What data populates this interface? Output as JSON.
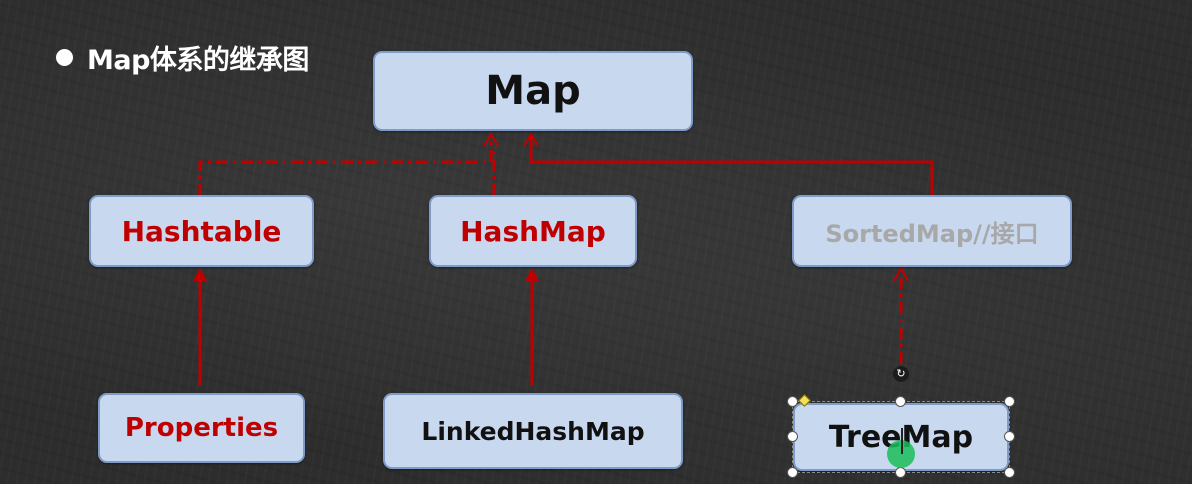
{
  "heading": {
    "text": "Map体系的继承图"
  },
  "nodes": {
    "map": "Map",
    "hashtable": "Hashtable",
    "hashmap": "HashMap",
    "sortedmap": "SortedMap//接口",
    "properties": "Properties",
    "linkedhashmap": "LinkedHashMap",
    "treemap": "TreeMap"
  },
  "colors": {
    "node_fill": "#c8d8ef",
    "node_border": "#7f9cc8",
    "arrow": "#c00000",
    "label_red": "#c00000",
    "label_black": "#111111",
    "label_grey": "#a8a8a8",
    "background": "#2d2d2d"
  },
  "icons": {
    "bullet": "bullet-dot-icon",
    "rotate": "rotate-handle-icon",
    "cursor": "text-cursor-icon"
  }
}
